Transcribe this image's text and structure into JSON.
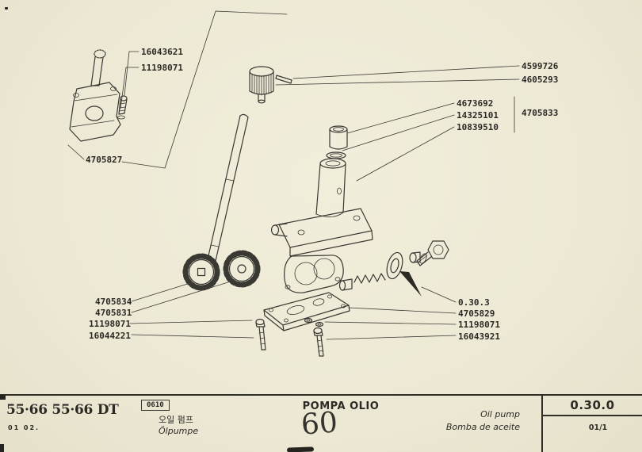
{
  "colors": {
    "paper": "#ece8d4",
    "ink": "#2b2a25",
    "line": "#3a3833"
  },
  "callouts": {
    "top_left": [
      "16043621",
      "11198071"
    ],
    "assembly": "4705827",
    "top_right": [
      "4599726",
      "4605293"
    ],
    "mid_right": [
      "4673692",
      "14325101",
      "10839510"
    ],
    "mid_right_group": "4705833",
    "bottom_left": [
      "4705834",
      "4705831",
      "11198071",
      "16044221"
    ],
    "bottom_right": [
      "0.30.3",
      "4705829",
      "11198071",
      "16043921"
    ]
  },
  "footer": {
    "model": "55·66 55·66 DT",
    "model_code": "01 02.",
    "box_code": "0610",
    "title_ko": "오일 펌프",
    "title_de": "Ölpumpe",
    "title_it": "POMPA OLIO",
    "handwritten_number": "60",
    "title_en": "Oil pump",
    "title_es": "Bomba de aceite",
    "section_code": "0.30.0",
    "sheet": "01/1"
  }
}
